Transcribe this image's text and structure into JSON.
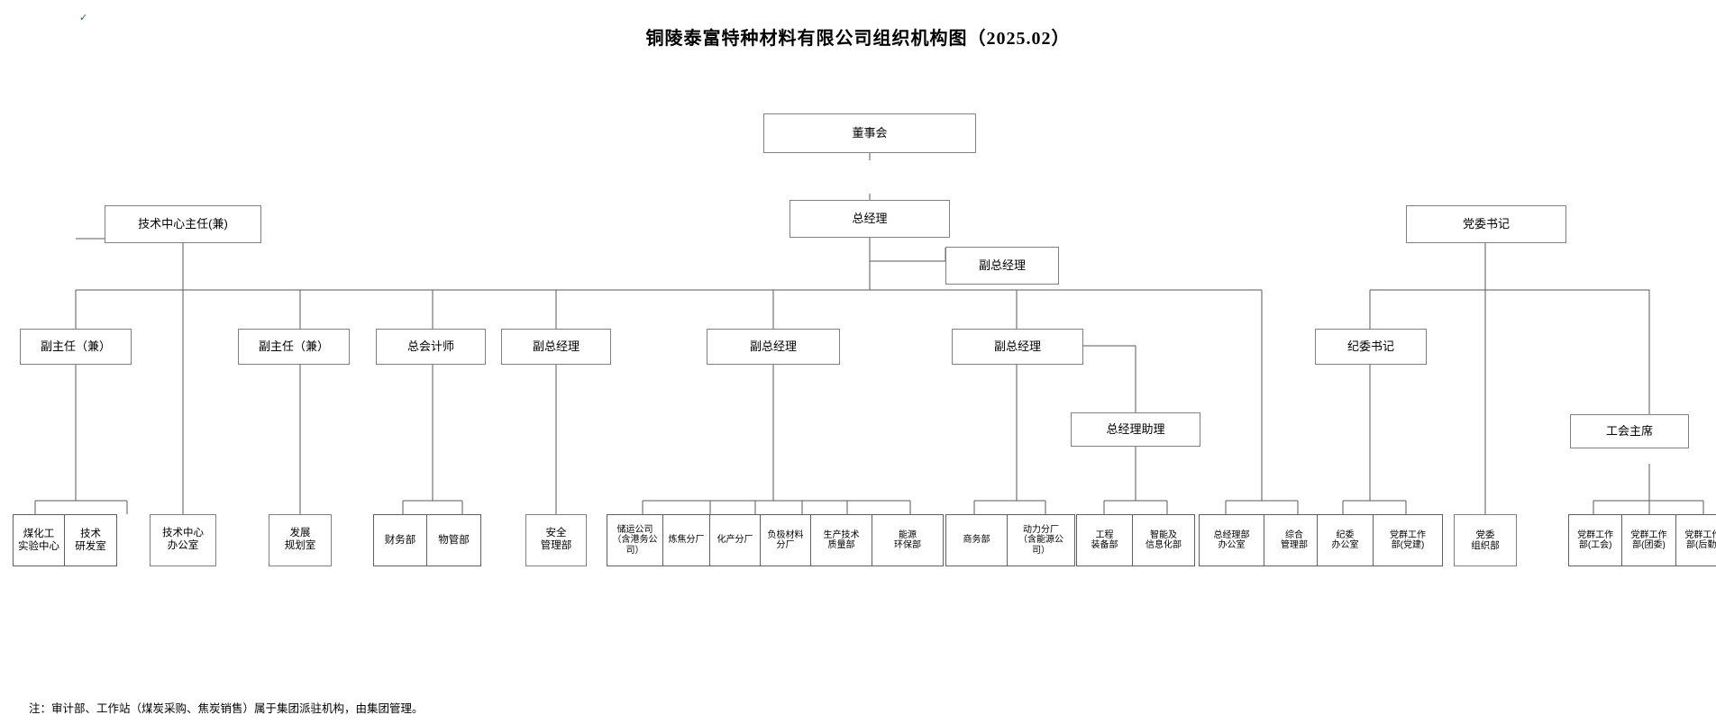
{
  "document": {
    "title": "铜陵泰富特种材料有限公司组织机构图（2025.02）",
    "note": "注：审计部、工作站（煤炭采购、焦炭销售）属于集团派驻机构，由集团管理。",
    "mark_glyph": "✓"
  },
  "colors": {
    "box_border": "#808080",
    "cluster_border": "#606060",
    "line": "#595959",
    "background": "#ffffff",
    "text": "#000000"
  },
  "nodes": {
    "board": "董事会",
    "general_manager": "总经理",
    "deputy_gm_top": "副总经理",
    "tech_center_director": "技术中心主任(兼)",
    "party_secretary": "党委书记",
    "deputy_director_1": "副主任（兼）",
    "deputy_director_2": "副主任（兼）",
    "chief_accountant": "总会计师",
    "deputy_gm_a": "副总经理",
    "deputy_gm_b": "副总经理",
    "deputy_gm_c": "副总经理",
    "discipline_secretary": "纪委书记",
    "gm_assistant": "总经理助理",
    "union_chairman": "工会主席"
  },
  "leaf_groups": {
    "tech_lab_group": [
      "煤化工\n实验中心",
      "技术\n研发室"
    ],
    "tech_office": "技术中心\n办公室",
    "development_office": "发展\n规划室",
    "finance_group": [
      "财务部",
      "物管部"
    ],
    "safety_dept": "安全\n管理部",
    "production_group": [
      "储运公司\n（含港务公\n司）",
      "炼焦分厂",
      "化产分厂",
      "负极材料\n分厂",
      "生产技术\n质量部",
      "能源\n环保部"
    ],
    "business_group": [
      "商务部",
      "动力分厂\n（含能源公\n司）"
    ],
    "engineering_group": [
      "工程\n装备部",
      "智能及\n信息化部"
    ],
    "admin_group": [
      "总经理部\n办公室",
      "综合\n管理部"
    ],
    "discipline_group": [
      "纪委\n办公室",
      "党群工作\n部(党建)"
    ],
    "party_org_dept": "党委\n组织部",
    "union_group": [
      "党群工作\n部(工会)",
      "党群工作\n部(团委)",
      "党群工作\n部(后勤)"
    ]
  }
}
